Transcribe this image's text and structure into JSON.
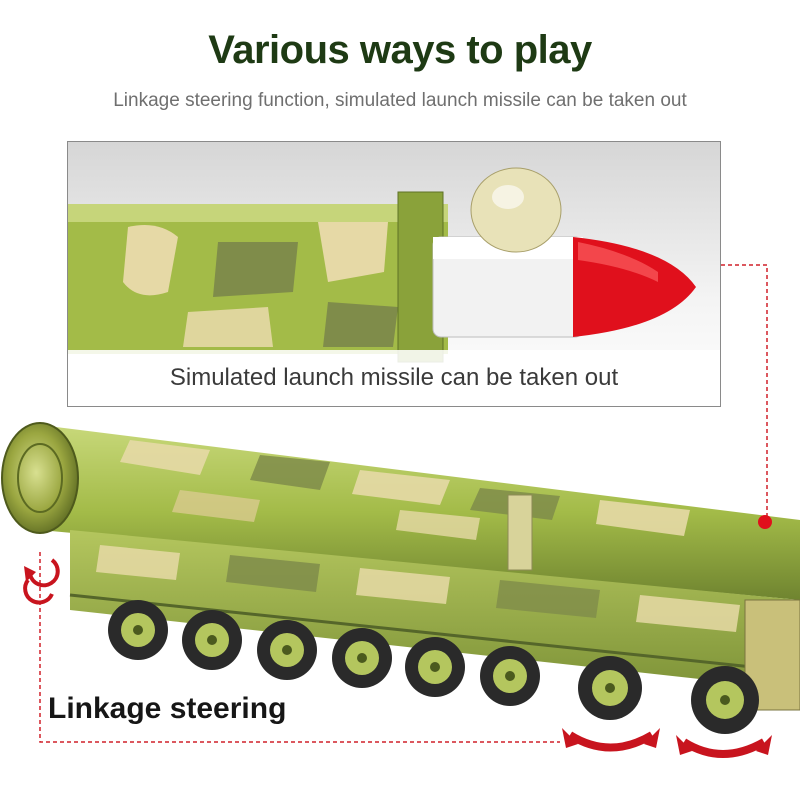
{
  "header": {
    "title": "Various ways to play",
    "subtitle": "Linkage steering function, simulated launch missile can be taken out"
  },
  "inset": {
    "caption": "Simulated launch missile can be taken out"
  },
  "callouts": {
    "steering_label": "Linkage steering"
  },
  "colors": {
    "title": "#1e3a14",
    "camo_green": "#9fb845",
    "camo_dark": "#7f8c4a",
    "camo_tan": "#e6d9a6",
    "warhead_red": "#e0101c",
    "guide_line": "#d0202a",
    "arrow_red": "#c8141e"
  }
}
